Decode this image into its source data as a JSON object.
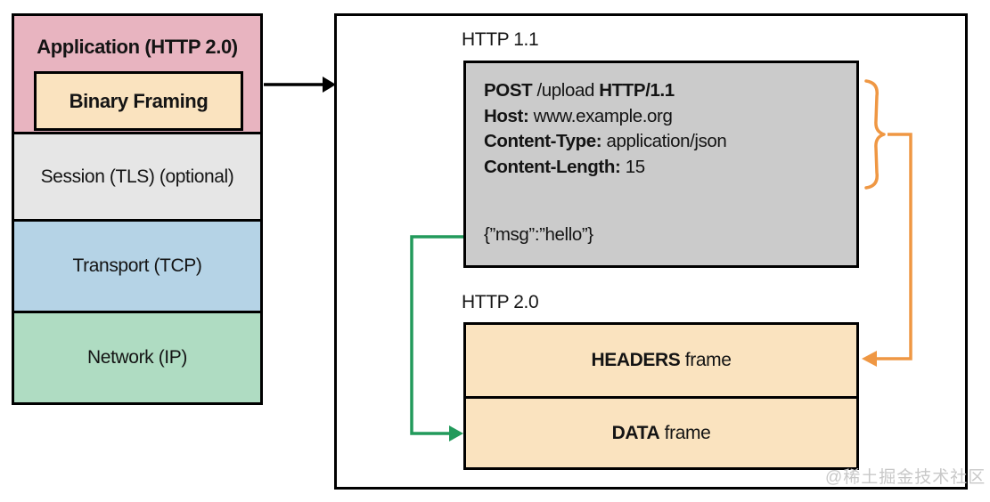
{
  "stack": {
    "application": {
      "label": "Application (HTTP 2.0)"
    },
    "binary_framing": {
      "label": "Binary Framing"
    },
    "session": {
      "label": "Session (TLS) (optional)"
    },
    "transport": {
      "label": "Transport (TCP)"
    },
    "network": {
      "label": "Network (IP)"
    }
  },
  "http11": {
    "label": "HTTP 1.1",
    "request": {
      "method": "POST",
      "path": " /upload ",
      "version": "HTTP/1.1",
      "host_label": "Host:",
      "host_value": " www.example.org",
      "content_type_label": "Content-Type:",
      "content_type_value": " application/json",
      "content_length_label": "Content-Length:",
      "content_length_value": " 15",
      "body": "{”msg”:”hello”}"
    }
  },
  "http20": {
    "label": "HTTP 2.0",
    "frames": [
      {
        "bold": "HEADERS",
        "rest": " frame"
      },
      {
        "bold": "DATA",
        "rest": " frame"
      }
    ]
  },
  "arrows": {
    "binary_framing_to_box": "black-right-arrow",
    "headers_mapping": "orange-brace-arrow-to-headers-frame",
    "body_mapping": "green-arrow-to-data-frame"
  },
  "colors": {
    "application_fill": "#E8B4C0",
    "binary_framing_fill": "#FAE3BF",
    "session_fill": "#E6E6E6",
    "transport_fill": "#B5D3E6",
    "network_fill": "#AFDCC2",
    "request_fill": "#CBCBCB",
    "frame_fill": "#FAE3BF",
    "headers_arrow": "#EF9743",
    "data_arrow": "#229A5B",
    "outline": "#000000",
    "watermark": "#C8C8C8"
  },
  "watermark": "@稀土掘金技术社区"
}
